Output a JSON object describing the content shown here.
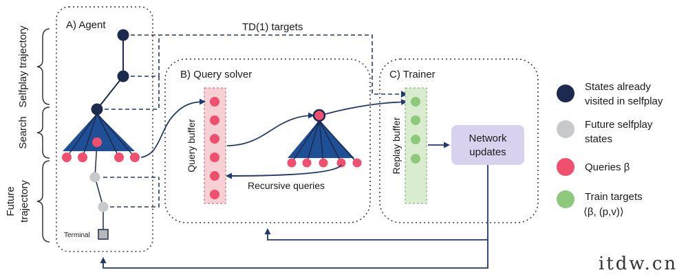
{
  "agent": {
    "title": "A) Agent",
    "terminal_label": "Terminal"
  },
  "query_solver": {
    "title": "B) Query solver",
    "buffer_label": "Query buffer",
    "recursive_label": "Recursive queries"
  },
  "trainer": {
    "title": "C) Trainer",
    "buffer_label": "Replay buffer",
    "network_label_line1": "Network",
    "network_label_line2": "updates"
  },
  "td_targets_label": "TD(1) targets",
  "side_labels": {
    "selfplay": "Selfplay trajectory",
    "search": "Search",
    "future_line1": "Future",
    "future_line2": "trajectory"
  },
  "legend": [
    {
      "line1": "States already",
      "line2": "visited in selfplay",
      "color": "#1b2a4e",
      "icon": "dark-navy-circle"
    },
    {
      "line1": "Future selfplay",
      "line2": "states",
      "color": "#c8c9cb",
      "icon": "gray-circle"
    },
    {
      "line1": "Queries β",
      "line2": "",
      "color": "#f0506e",
      "icon": "pink-circle"
    },
    {
      "line1": "Train targets",
      "line2": "⟨β, (p,v)⟩",
      "color": "#8cc97a",
      "icon": "green-circle"
    }
  ],
  "watermark": "itdw.cn",
  "colors": {
    "navy": "#1b2a4e",
    "triangle": "#1f4f95",
    "query": "#f0506e",
    "target": "#8cc97a",
    "future": "#c8c9cb",
    "network_box": "#d9d2ee",
    "query_buffer": "#f6d0d3",
    "replay_buffer": "#d9ecd0"
  }
}
